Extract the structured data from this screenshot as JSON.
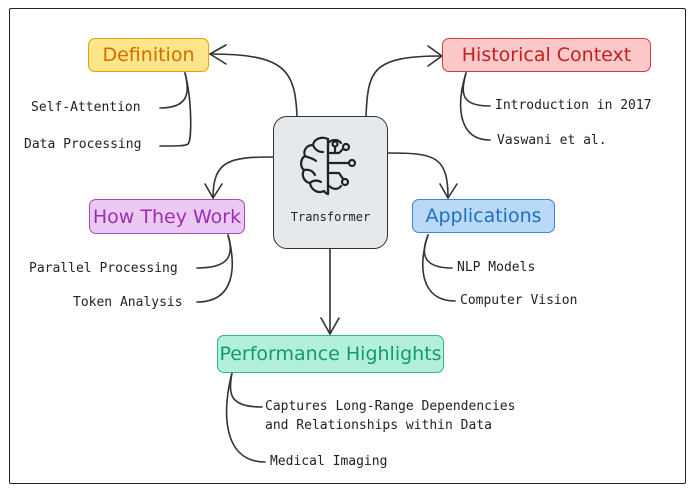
{
  "center": {
    "label": "Transformer",
    "icon": "brain-circuit-icon"
  },
  "branches": {
    "definition": {
      "title": "Definition",
      "fill": "#fde58a",
      "stroke": "#e6a100",
      "color": "#d86a00",
      "leaves": [
        "Self-Attention",
        "Data Processing"
      ]
    },
    "historical": {
      "title": "Historical Context",
      "fill": "#fbc9c9",
      "stroke": "#d83a3a",
      "color": "#c42020",
      "leaves": [
        "Introduction in 2017",
        "Vaswani et al."
      ]
    },
    "how": {
      "title": "How They Work",
      "fill": "#ecc9f2",
      "stroke": "#a447b8",
      "color": "#9a2fb3",
      "leaves": [
        "Parallel Processing",
        "Token Analysis"
      ]
    },
    "applications": {
      "title": "Applications",
      "fill": "#b9d9f7",
      "stroke": "#3b86d6",
      "color": "#1f6fc2",
      "leaves": [
        "NLP Models",
        "Computer Vision"
      ]
    },
    "performance": {
      "title": "Performance Highlights",
      "fill": "#b3f0dc",
      "stroke": "#2fb886",
      "color": "#139a6a",
      "leaves": [
        "Captures Long-Range Dependencies",
        "and Relationships within Data",
        "Medical Imaging"
      ]
    }
  }
}
